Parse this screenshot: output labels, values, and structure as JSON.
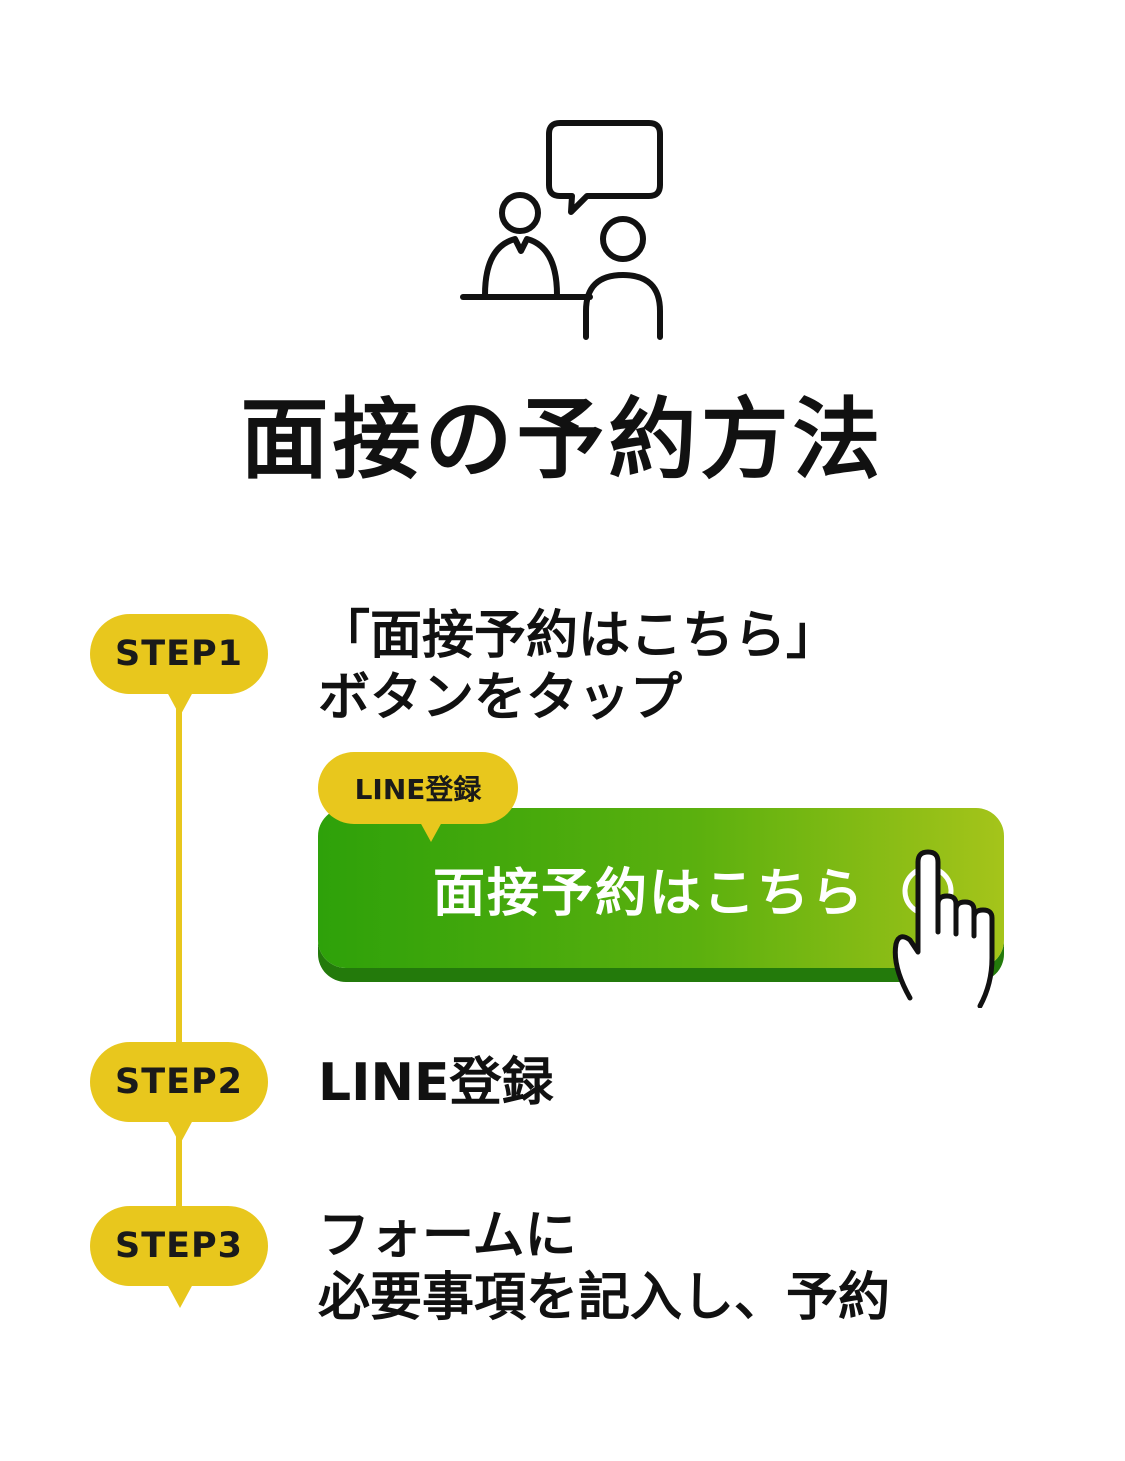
{
  "header": {
    "icon": "interview-icon",
    "title": "面接の予約方法"
  },
  "steps": [
    {
      "badge": "STEP1",
      "lines": [
        "「面接予約はこちら」",
        "ボタンをタップ"
      ]
    },
    {
      "badge": "STEP2",
      "lines": [
        "LINE登録"
      ]
    },
    {
      "badge": "STEP3",
      "lines": [
        "フォームに",
        "必要事項を記入し、予約"
      ]
    }
  ],
  "cta": {
    "tag": "LINE登録",
    "label": "面接予約はこちら",
    "icons": [
      "arrow-circle-icon",
      "pointing-hand-icon"
    ]
  },
  "colors": {
    "accent": "#e8c71d",
    "button_start": "#2ea10a",
    "button_end": "#a5c41a",
    "button_shadow": "#237a0b",
    "text": "#111111"
  }
}
